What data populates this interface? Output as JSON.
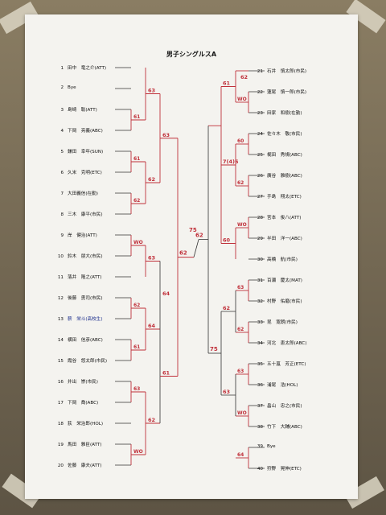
{
  "title": "男子シングルスA",
  "left_players": [
    {
      "no": "1",
      "name": "田中　竜之介(ATT)"
    },
    {
      "no": "2",
      "name": "Bye"
    },
    {
      "no": "3",
      "name": "島崎　聡(ATT)"
    },
    {
      "no": "4",
      "name": "下岡　亮義(ABC)"
    },
    {
      "no": "5",
      "name": "鎌田　幸年(SUN)"
    },
    {
      "no": "6",
      "name": "久米　克明(ETC)"
    },
    {
      "no": "7",
      "name": "大田義信(在勤)"
    },
    {
      "no": "8",
      "name": "三木　康平(市民)"
    },
    {
      "no": "9",
      "name": "岸　健治(ATT)"
    },
    {
      "no": "10",
      "name": "鈴木　朋大(市民)"
    },
    {
      "no": "11",
      "name": "落井　隆之(ATT)"
    },
    {
      "no": "12",
      "name": "後藤　勇司(市民)"
    },
    {
      "no": "13",
      "name": "薪　栄斗(高校生)"
    },
    {
      "no": "14",
      "name": "横田　信彦(ABC)"
    },
    {
      "no": "15",
      "name": "霞谷　悠太郎(市民)"
    },
    {
      "no": "16",
      "name": "井出　崇(市民)"
    },
    {
      "no": "17",
      "name": "下岡　喬(ABC)"
    },
    {
      "no": "18",
      "name": "荻　栄治郎(HOL)"
    },
    {
      "no": "19",
      "name": "馬田　雅臣(ATT)"
    },
    {
      "no": "20",
      "name": "佐藤　康夫(ATT)"
    }
  ],
  "right_players": [
    {
      "no": "21",
      "name": "石井　慎太郎(市民)"
    },
    {
      "no": "22",
      "name": "蓮尾　慎一郎(市民)"
    },
    {
      "no": "23",
      "name": "田家　和樹(在勤)"
    },
    {
      "no": "24",
      "name": "佐々木　敬(市民)"
    },
    {
      "no": "25",
      "name": "梶田　秀規(ABC)"
    },
    {
      "no": "26",
      "name": "廣谷　雅樹(ABC)"
    },
    {
      "no": "27",
      "name": "手島　翔太(ETC)"
    },
    {
      "no": "28",
      "name": "宮本　俊八(ATT)"
    },
    {
      "no": "29",
      "name": "半田　洋一(ABC)"
    },
    {
      "no": "30",
      "name": "高橋　航(市民)"
    },
    {
      "no": "31",
      "name": "百瀬　慶太(MAT)"
    },
    {
      "no": "32",
      "name": "村野　佑磨(市民)"
    },
    {
      "no": "33",
      "name": "昆　寛朗(市民)"
    },
    {
      "no": "34",
      "name": "河北　恵太郎(ABC)"
    },
    {
      "no": "35",
      "name": "五十嵐　芳正(ETC)"
    },
    {
      "no": "36",
      "name": "浦尾　浩(HOL)"
    },
    {
      "no": "37",
      "name": "畠山　忠之(市民)"
    },
    {
      "no": "38",
      "name": "竹下　大輔(ABC)"
    },
    {
      "no": "39",
      "name": "Bye"
    },
    {
      "no": "40",
      "name": "狩野　晃伸(ETC)"
    }
  ],
  "scores": {
    "s_3_4": "61",
    "s_5_6": "61",
    "s_7_8": "62",
    "s_9_10": "WO",
    "s_12_13": "62",
    "s_14_15": "61",
    "s_16_17": "63",
    "s_19_20": "WO",
    "s_l_r2a": "63",
    "s_l_r2b": "62",
    "s_l_r2c": "63",
    "s_l_r2d": "64",
    "s_l_r2e": "62",
    "s_l_r3a": "63",
    "s_l_r3b": "64",
    "s_l_r3c": "61",
    "s_l_r4": "62",
    "final": "75",
    "s_r4": "62",
    "s_21_22": "62",
    "s_22_23": "WO",
    "s_24_25": "60",
    "s_26_27": "62",
    "s_28_29": "WO",
    "s_31_32": "63",
    "s_33_34": "62",
    "s_35_36": "63",
    "s_37_38": "WO",
    "s_39_40": "64",
    "s_r_r2a": "61",
    "s_r_r2b": "7(4)5",
    "s_r_r2c": "60",
    "s_r_r3a": "75",
    "s_r_r3b": "62",
    "s_r_r3c": "63"
  }
}
